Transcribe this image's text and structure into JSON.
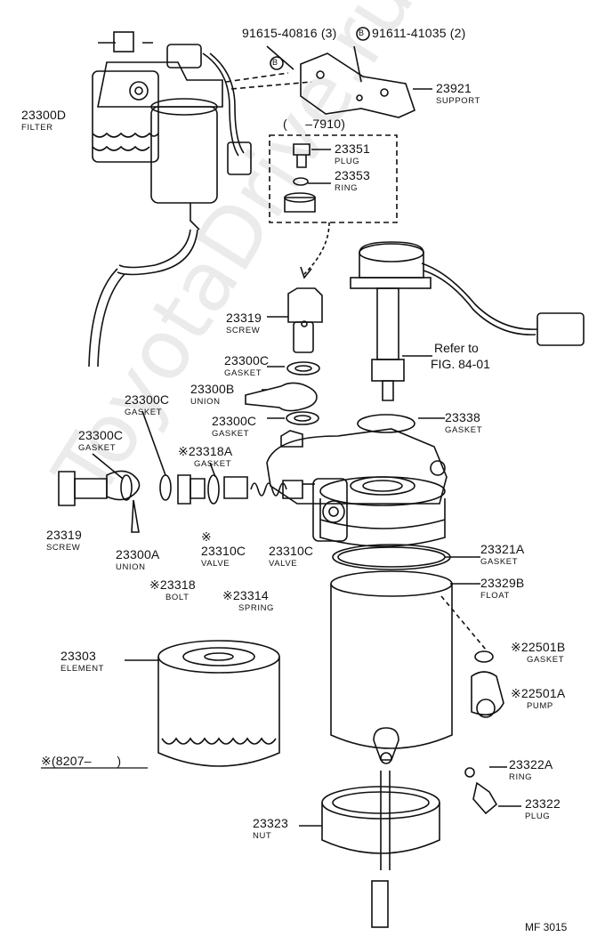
{
  "labels": {
    "bolt_a": "91615-40816 (3)",
    "bolt_b": "91611-41035 (2)",
    "mark_b1": "B",
    "mark_b2": "B",
    "p23921": {
      "num": "23921",
      "name": "SUPPORT"
    },
    "p23300D": {
      "num": "23300D",
      "name": "FILTER"
    },
    "range_7910": "(     –7910)",
    "p23351": {
      "num": "23351",
      "name": "PLUG"
    },
    "p23353": {
      "num": "23353",
      "name": "RING"
    },
    "p23319a": {
      "num": "23319",
      "name": "SCREW"
    },
    "refer": "Refer to",
    "fig": "FIG. 84-01",
    "p23300C_a": {
      "num": "23300C",
      "name": "GASKET"
    },
    "p23300B": {
      "num": "23300B",
      "name": "UNION"
    },
    "p23300C_b": {
      "num": "23300C",
      "name": "GASKET"
    },
    "p23338": {
      "num": "23338",
      "name": "GASKET"
    },
    "p23300C_c": {
      "num": "23300C",
      "name": "GASKET"
    },
    "p23300C_d": {
      "num": "23300C",
      "name": "GASKET"
    },
    "p23318A": {
      "num": "※23318A",
      "name": "GASKET"
    },
    "p23319b": {
      "num": "23319",
      "name": "SCREW"
    },
    "p23300A": {
      "num": "23300A",
      "name": "UNION"
    },
    "p23310C_a": {
      "num": "※",
      "num2": "23310C",
      "name": "VALVE"
    },
    "p23310C_b": {
      "num": "23310C",
      "name": "VALVE"
    },
    "p23321A": {
      "num": "23321A",
      "name": "GASKET"
    },
    "p23329B": {
      "num": "23329B",
      "name": "FLOAT"
    },
    "p23318": {
      "num": "※23318",
      "name": "BOLT"
    },
    "p23314": {
      "num": "※23314",
      "name": "SPRING"
    },
    "p22501B": {
      "num": "※22501B",
      "name": "GASKET"
    },
    "p22501A": {
      "num": "※22501A",
      "name": "PUMP"
    },
    "p23303": {
      "num": "23303",
      "name": "ELEMENT"
    },
    "range_8207": "※(8207–       )",
    "p23322A": {
      "num": "23322A",
      "name": "RING"
    },
    "p23322": {
      "num": "23322",
      "name": "PLUG"
    },
    "p23323": {
      "num": "23323",
      "name": "NUT"
    },
    "code": "MF  3015"
  },
  "watermark": "ToyotaDrive.ru"
}
